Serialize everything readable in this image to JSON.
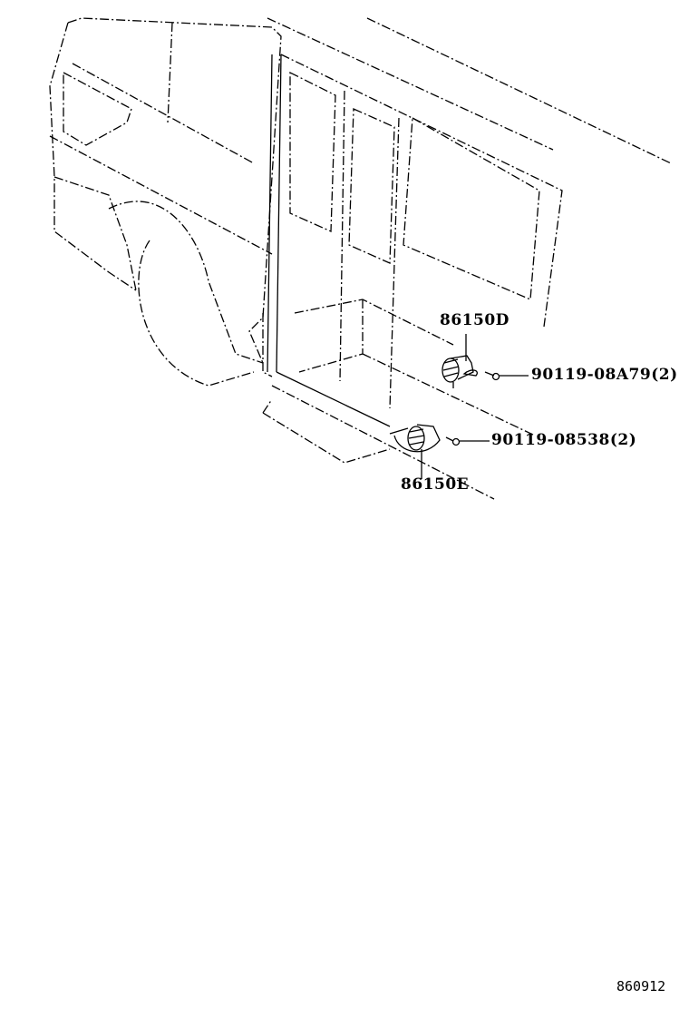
{
  "diagram": {
    "parts": [
      {
        "part_number": "86150D"
      },
      {
        "part_number": "86150E"
      }
    ],
    "fasteners": [
      {
        "label": "90119-08A79(2)"
      },
      {
        "label": "90119-08538(2)"
      }
    ],
    "figure_code": "860912",
    "line_color": "#000000",
    "background": "#ffffff"
  }
}
